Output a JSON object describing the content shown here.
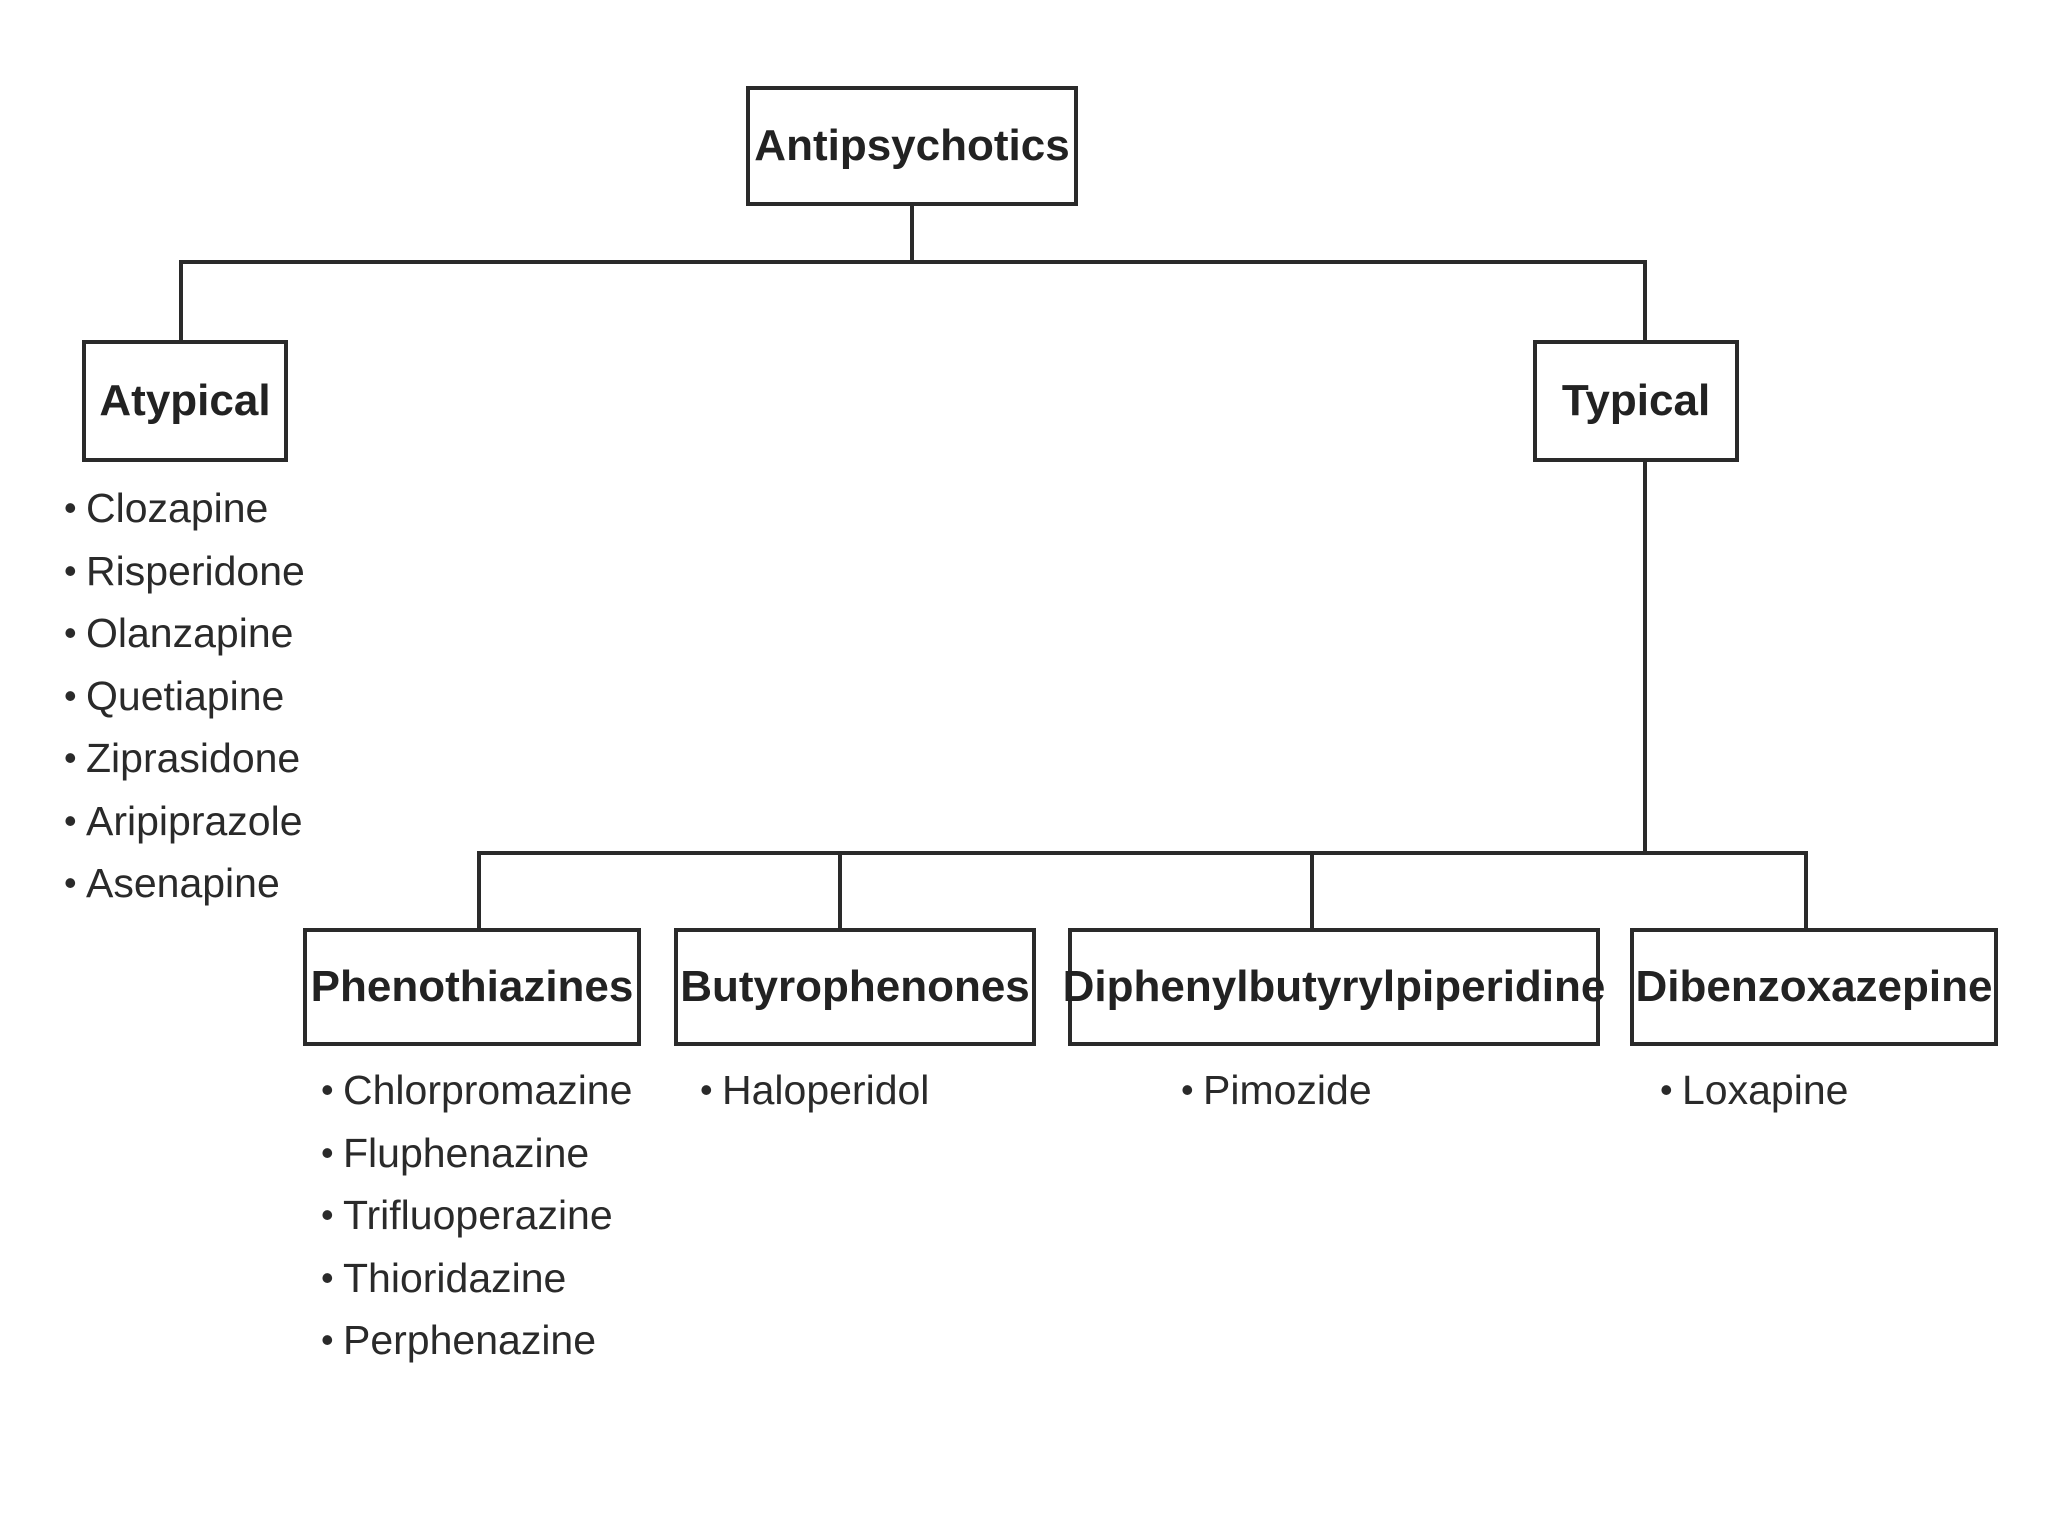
{
  "diagram": {
    "root": {
      "label": "Antipsychotics"
    },
    "atypical": {
      "label": "Atypical",
      "items": [
        "Clozapine",
        "Risperidone",
        "Olanzapine",
        "Quetiapine",
        "Ziprasidone",
        "Aripiprazole",
        "Asenapine"
      ]
    },
    "typical": {
      "label": "Typical",
      "classes": [
        {
          "label": "Phenothiazines",
          "items": [
            "Chlorpromazine",
            "Fluphenazine",
            "Trifluoperazine",
            "Thioridazine",
            "Perphenazine"
          ]
        },
        {
          "label": "Butyrophenones",
          "items": [
            "Haloperidol"
          ]
        },
        {
          "label": "Diphenylbutyrylpiperidine",
          "items": [
            "Pimozide"
          ]
        },
        {
          "label": "Dibenzoxazepine",
          "items": [
            "Loxapine"
          ]
        }
      ]
    },
    "bullet": "•",
    "colors": {
      "line": "#2a2a2a",
      "text": "#222222",
      "background": "#ffffff"
    }
  }
}
